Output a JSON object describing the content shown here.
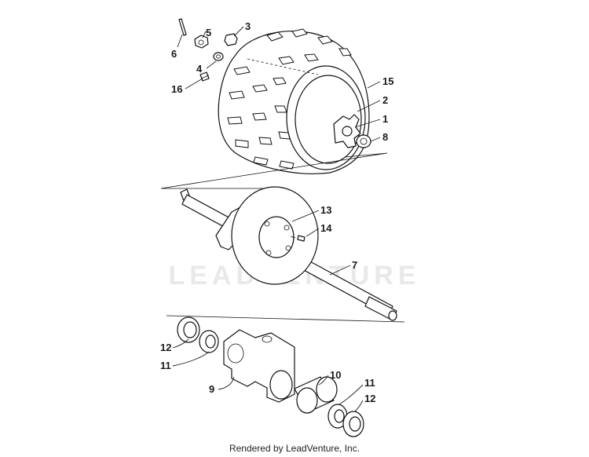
{
  "watermark": "LEADVENTURE",
  "footer": "Rendered by LeadVenture, Inc.",
  "callouts": {
    "c1": "1",
    "c2": "2",
    "c3": "3",
    "c4": "4",
    "c5": "5",
    "c6": "6",
    "c7": "7",
    "c8": "8",
    "c9": "9",
    "c10": "10",
    "c11a": "11",
    "c11b": "11",
    "c12a": "12",
    "c12b": "12",
    "c13": "13",
    "c14": "14",
    "c15": "15",
    "c16": "16"
  }
}
